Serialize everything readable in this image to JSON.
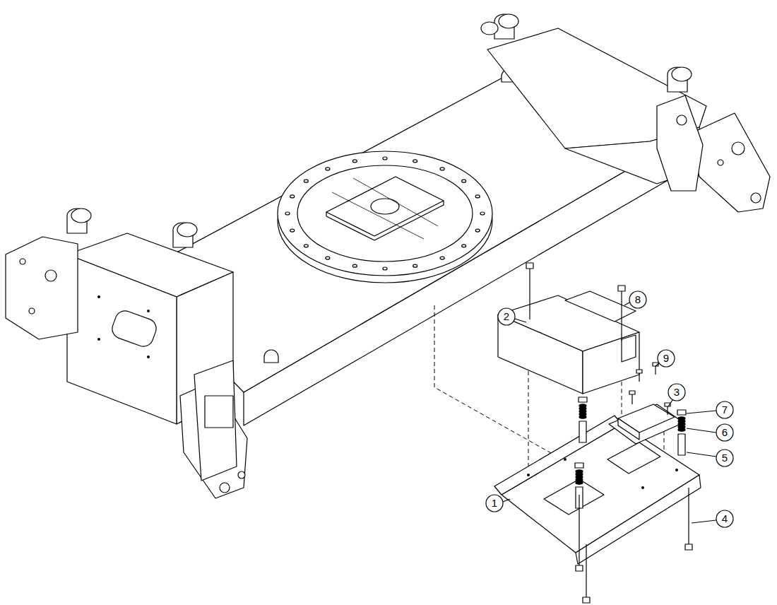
{
  "diagram": {
    "labels": [
      "2",
      "8",
      "9",
      "3",
      "7",
      "6",
      "5",
      "1",
      "4"
    ]
  }
}
